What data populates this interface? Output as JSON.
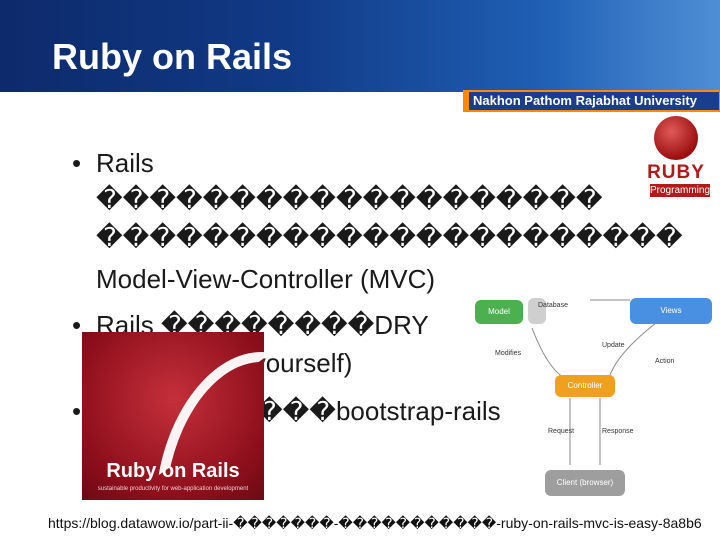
{
  "header": {
    "title": "Ruby on Rails",
    "university": "Nakhon Pathom Rajabhat University"
  },
  "ruby_logo": {
    "text": "RUBY",
    "subtext": "Programming"
  },
  "bullets": [
    {
      "lines": [
        "Rails",
        "�������������������",
        "����������������������",
        "Model-View-Controller (MVC)"
      ]
    },
    {
      "lines": [
        "Rails ��������DRY",
        "(Don't repeat yourself)"
      ]
    },
    {
      "lines": [
        "���������bootstrap-rails"
      ]
    }
  ],
  "rails_logo": {
    "text": "Ruby on Rails",
    "subtext": "sustainable productivity for web-application development"
  },
  "mvc_diagram": {
    "model": "Model",
    "database": "Database",
    "views": "Views",
    "controller": "Controller",
    "client": "Client (browser)",
    "update": "Update",
    "modifies": "Modifies",
    "action": "Action",
    "request": "Request",
    "response": "Response"
  },
  "source_url": "https://blog.datawow.io/part-ii-�������-�����������-ruby-on-rails-mvc-is-easy-8a8b6",
  "colors": {
    "header_dark": "#0d2a6b",
    "header_light": "#4f8fd6",
    "accent_orange": "#ff8a00",
    "model_green": "#4caf50",
    "views_blue": "#4a90e2",
    "controller_orange": "#f0a020",
    "client_gray": "#9e9e9e"
  }
}
